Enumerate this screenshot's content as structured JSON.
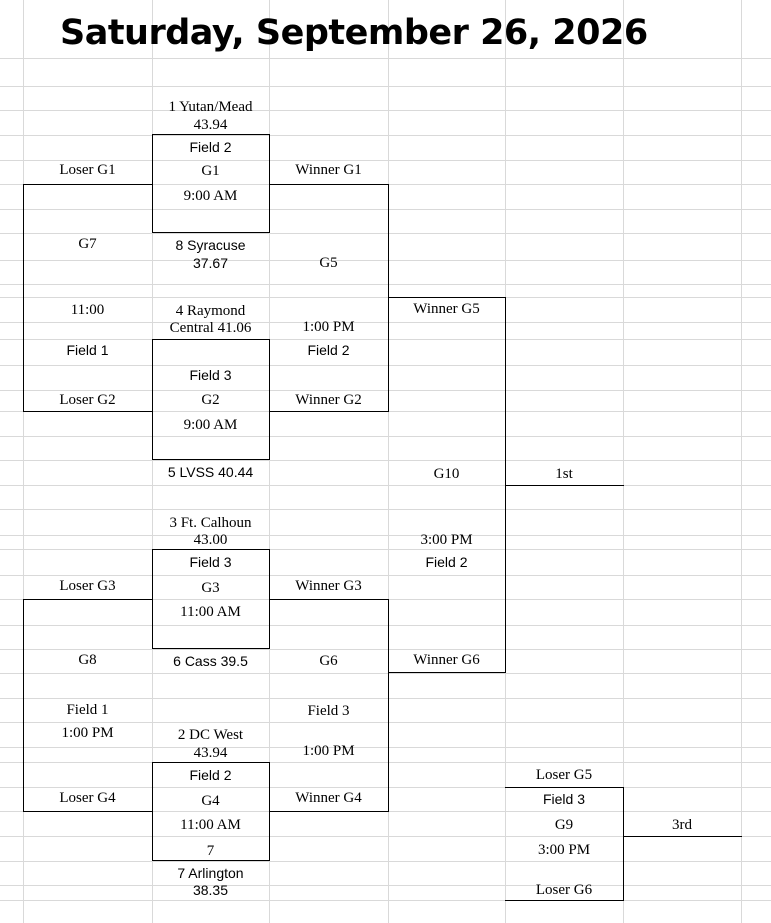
{
  "title": "Saturday, September 26, 2026",
  "games": {
    "g1": {
      "team_top": "1 Yutan/Mead",
      "score_top": "43.94",
      "field": "Field 2",
      "game": "G1",
      "time": "9:00 AM",
      "team_bottom": "8 Syracuse",
      "score_bottom": "37.67"
    },
    "g2": {
      "team_top_line1": "4 Raymond",
      "team_top_line2": "Central 41.06",
      "field": "Field 3",
      "game": "G2",
      "time": "9:00 AM",
      "team_bottom": "5 LVSS 40.44"
    },
    "g3": {
      "team_top": "3 Ft. Calhoun",
      "score_top": "43.00",
      "field": "Field 3",
      "game": "G3",
      "time": "11:00 AM",
      "team_bottom": "6 Cass 39.5"
    },
    "g4": {
      "team_top": "2 DC West",
      "score_top": "43.94",
      "field": "Field 2",
      "game": "G4",
      "time": "11:00 AM",
      "seed_bottom": "7",
      "team_bottom": "7 Arlington",
      "score_bottom": "38.35"
    },
    "g5": {
      "top": "Winner G1",
      "game": "G5",
      "time": "1:00 PM",
      "field": "Field 2",
      "bottom": "Winner G2"
    },
    "g6": {
      "top": "Winner G3",
      "game": "G6",
      "field": "Field 3",
      "time": "1:00 PM",
      "bottom": "Winner G4"
    },
    "g7": {
      "top": "Loser G1",
      "game": "G7",
      "time": "11:00",
      "field": "Field 1",
      "bottom": "Loser G2"
    },
    "g8": {
      "top": "Loser G3",
      "game": "G8",
      "field": "Field 1",
      "time": "1:00 PM",
      "bottom": "Loser G4"
    },
    "g9": {
      "top": "Loser G5",
      "field": "Field 3",
      "game": "G9",
      "time": "3:00 PM",
      "bottom": "Loser G6"
    },
    "g10": {
      "top": "Winner G5",
      "game": "G10",
      "time": "3:00 PM",
      "field": "Field 2",
      "bottom": "Winner G6"
    }
  },
  "places": {
    "first": "1st",
    "third": "3rd"
  }
}
